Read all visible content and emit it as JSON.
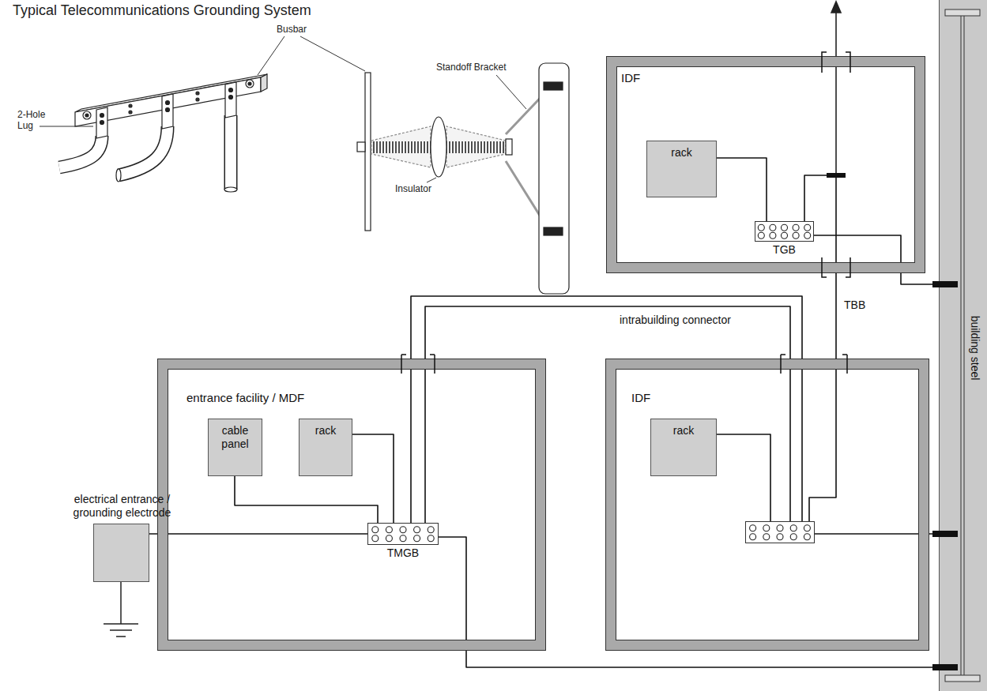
{
  "diagram": {
    "title": "Typical Telecommunications Grounding System",
    "nodes": [
      {
        "text": [
          "IDF"
        ]
      },
      {
        "text": [
          "rack"
        ],
        "in": 0
      },
      {
        "text": [
          "TGB"
        ],
        "in": 0
      },
      {
        "text": [
          "entrance facility / MDF"
        ]
      },
      {
        "text": [
          "cable panel"
        ],
        "in": 3
      },
      {
        "text": [
          "rack"
        ],
        "in": 3
      },
      {
        "text": [
          "TMGB"
        ],
        "in": 3
      },
      {
        "text": [
          "IDF"
        ]
      },
      {
        "text": [
          "rack"
        ],
        "in": 7
      },
      {
        "text": [],
        "in": 7
      },
      {
        "text": [
          "electrical entrance / grounding electrode"
        ]
      },
      {
        "text": [
          "building steel"
        ]
      }
    ],
    "edges": [
      {
        "from": 1,
        "to": 2,
        "arrow": "none"
      },
      {
        "from": 2,
        "to": 11,
        "arrow": "none"
      },
      {
        "from": 4,
        "to": 6,
        "arrow": "none"
      },
      {
        "from": 5,
        "to": 6,
        "arrow": "none"
      },
      {
        "from": 10,
        "to": 6,
        "arrow": "none"
      },
      {
        "from": 6,
        "to": 11,
        "arrow": "none"
      },
      {
        "from": 8,
        "to": 9,
        "arrow": "none"
      },
      {
        "from": 9,
        "to": 11,
        "arrow": "none"
      },
      {
        "from": 6,
        "to": 9,
        "label": "intrabuilding connector",
        "arrow": "none"
      },
      {
        "from": 6,
        "to": 9,
        "arrow": "none"
      },
      {
        "from": 9,
        "to": 2,
        "label": "TBB",
        "arrow": "none"
      }
    ],
    "labels": [
      "Busbar",
      "2-Hole Lug",
      "Standoff Bracket",
      "Insulator"
    ]
  }
}
